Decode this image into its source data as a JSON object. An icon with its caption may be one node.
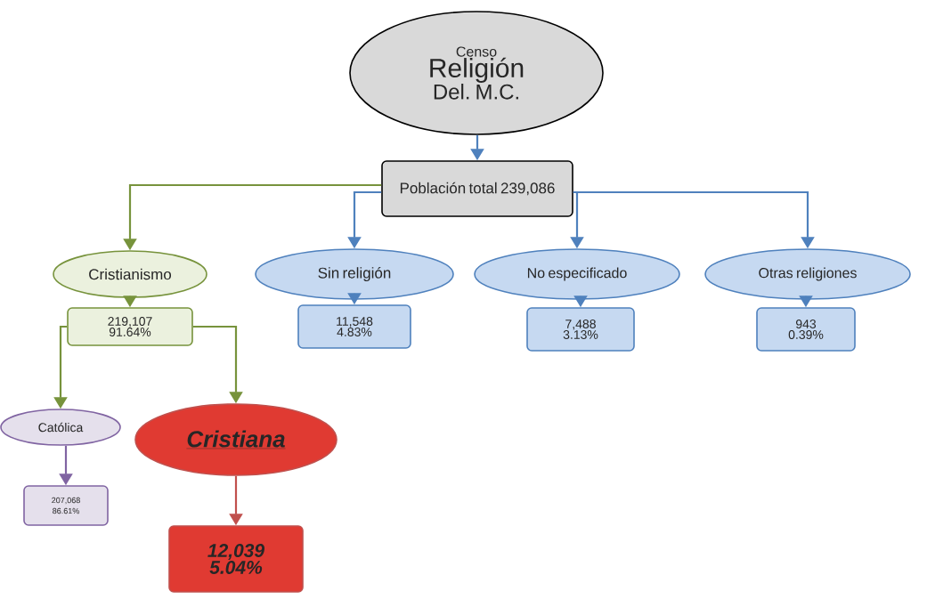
{
  "diagram": {
    "nodes": [
      {
        "text": [
          "Censo",
          "Religión",
          "Del. M.C."
        ]
      },
      {
        "text": [
          "Población total 239,086"
        ]
      },
      {
        "text": [
          "Cristianismo"
        ]
      },
      {
        "text": [
          "Sin religión"
        ]
      },
      {
        "text": [
          "No especificado"
        ]
      },
      {
        "text": [
          "Otras religiones"
        ]
      },
      {
        "text": [
          "219,107 91.64%"
        ]
      },
      {
        "text": [
          "11,548 4.83%"
        ]
      },
      {
        "text": [
          "7,488 3.13%"
        ]
      },
      {
        "text": [
          "943 0.39%"
        ]
      },
      {
        "text": [
          "Católica"
        ]
      },
      {
        "text": [
          "Cristiana"
        ]
      },
      {
        "text": [
          "207,068 86.61%"
        ]
      },
      {
        "text": [
          "12,039 5.04%"
        ]
      }
    ],
    "edges": [
      {
        "from": 0,
        "to": 1,
        "arrow": "to"
      },
      {
        "from": 1,
        "to": 2,
        "arrow": "to",
        "color": "#77933c"
      },
      {
        "from": 1,
        "to": 3,
        "arrow": "to"
      },
      {
        "from": 1,
        "to": 4,
        "arrow": "to"
      },
      {
        "from": 1,
        "to": 5,
        "arrow": "to"
      },
      {
        "from": 2,
        "to": 6,
        "arrow": "to",
        "color": "#77933c"
      },
      {
        "from": 3,
        "to": 7,
        "arrow": "to"
      },
      {
        "from": 4,
        "to": 8,
        "arrow": "to"
      },
      {
        "from": 5,
        "to": 9,
        "arrow": "to"
      },
      {
        "from": 6,
        "to": 10,
        "arrow": "to",
        "color": "#77933c"
      },
      {
        "from": 6,
        "to": 11,
        "arrow": "to",
        "color": "#77933c"
      },
      {
        "from": 10,
        "to": 12,
        "arrow": "to",
        "color": "#8064a2"
      },
      {
        "from": 11,
        "to": 13,
        "arrow": "to",
        "color": "#c0504d"
      }
    ]
  }
}
